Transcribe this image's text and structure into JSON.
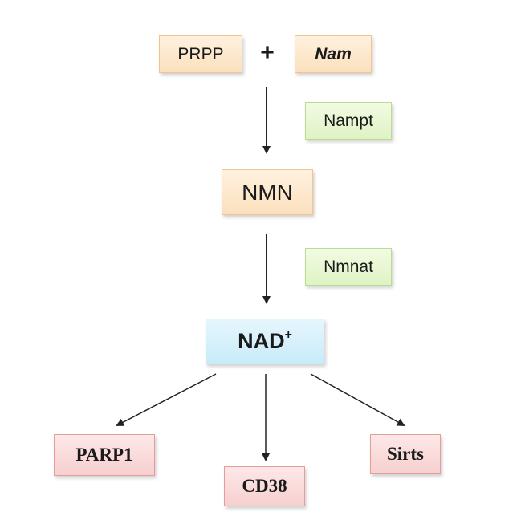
{
  "nodes": {
    "prpp": "PRPP",
    "plus": "+",
    "nam": "Nam",
    "nampt": "Nampt",
    "nmn": "NMN",
    "nmnat": "Nmnat",
    "nad": "NAD",
    "nad_charge": "+",
    "parp1": "PARP1",
    "cd38": "CD38",
    "sirts": "Sirts"
  },
  "colors": {
    "substrate": "#fbe0bd",
    "enzyme": "#dff3c5",
    "nad": "#c8ebf9",
    "consumer": "#f7cfcf",
    "arrow": "#222222"
  }
}
